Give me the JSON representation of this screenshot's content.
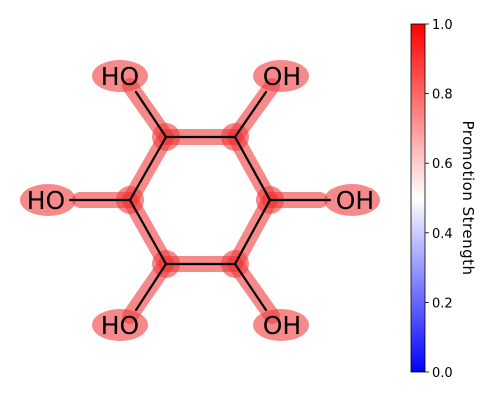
{
  "molecule": {
    "substituent_label_left": "HO",
    "substituent_label_right": "OH",
    "highlight_color": "#f03c3c",
    "bond_color": "#000000"
  },
  "colorbar": {
    "label": "Promotion Strength",
    "ticks": [
      "0.0",
      "0.2",
      "0.4",
      "0.6",
      "0.8",
      "1.0"
    ],
    "colormap": {
      "low": "#0000ff",
      "mid": "#ffffff",
      "high": "#ff0000"
    },
    "range": [
      0.0,
      1.0
    ]
  }
}
